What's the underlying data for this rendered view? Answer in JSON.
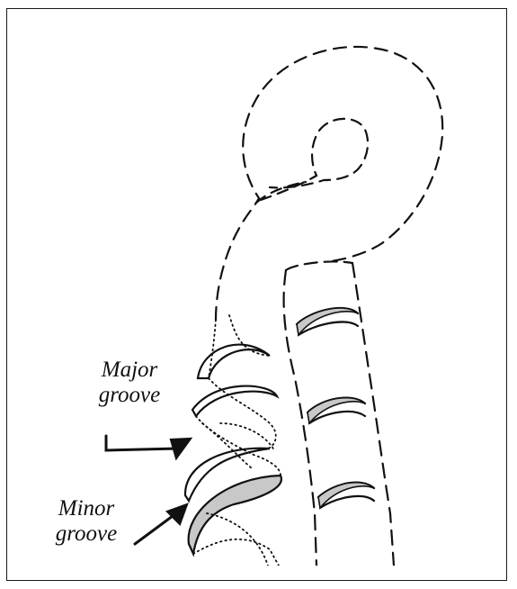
{
  "labels": {
    "major_line1": "Major",
    "major_line2": "groove",
    "minor_line1": "Minor",
    "minor_line2": "groove"
  },
  "colors": {
    "outline": "#111111",
    "groove_fill": "#c8c8c8",
    "background": "#ffffff"
  }
}
